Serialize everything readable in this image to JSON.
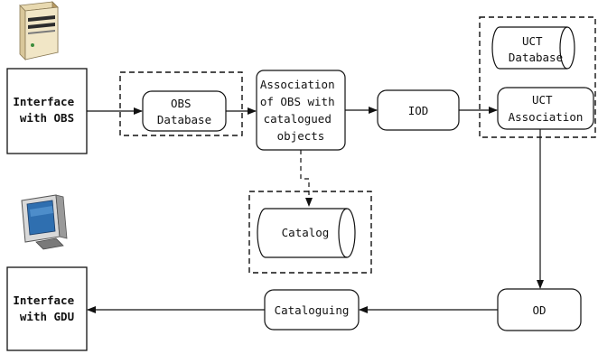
{
  "nodes": {
    "interface_obs": [
      "Interface",
      "with OBS"
    ],
    "obs_database": [
      "OBS",
      "Database"
    ],
    "association": [
      "Association",
      "of OBS with",
      "catalogued",
      "objects"
    ],
    "iod": [
      "IOD"
    ],
    "uct_database": [
      "UCT",
      "Database"
    ],
    "uct_association": [
      "UCT",
      "Association"
    ],
    "catalog": [
      "Catalog"
    ],
    "interface_gdu": [
      "Interface",
      "with GDU"
    ],
    "cataloguing": [
      "Cataloguing"
    ],
    "od": [
      "OD"
    ]
  },
  "icons": {
    "server": "server-icon",
    "monitor": "monitor-icon"
  }
}
